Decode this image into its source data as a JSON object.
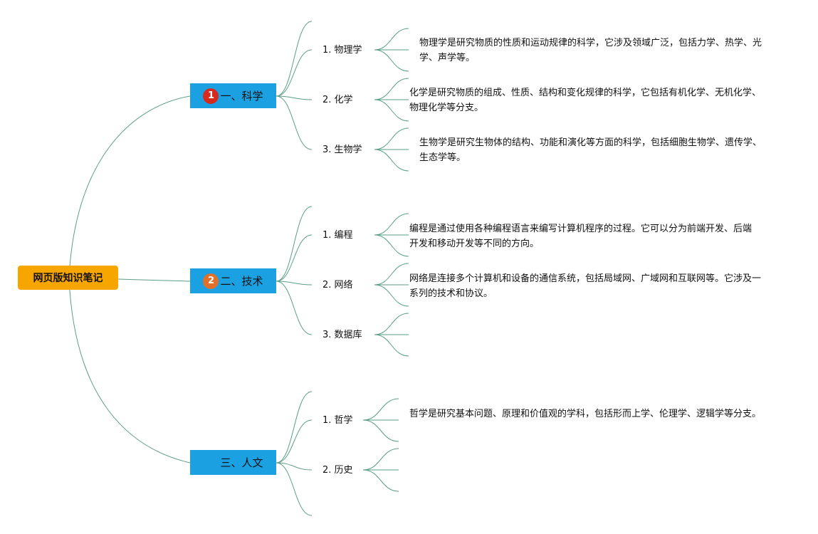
{
  "root": {
    "label": "网页版知识笔记"
  },
  "branches": [
    {
      "badge": "1",
      "label": "一、科学",
      "items": [
        {
          "label": "1. 物理学",
          "desc": "物理学是研究物质的性质和运动规律的科学，它涉及领域广泛，包括力学、热学、光学、声学等。"
        },
        {
          "label": "2. 化学",
          "desc": "化学是研究物质的组成、性质、结构和变化规律的科学，它包括有机化学、无机化学、物理化学等分支。"
        },
        {
          "label": "3. 生物学",
          "desc": "生物学是研究生物体的结构、功能和演化等方面的科学，包括细胞生物学、遗传学、生态学等。"
        }
      ]
    },
    {
      "badge": "2",
      "label": "二、技术",
      "items": [
        {
          "label": "1. 编程",
          "desc": "编程是通过使用各种编程语言来编写计算机程序的过程。它可以分为前端开发、后端开发和移动开发等不同的方向。"
        },
        {
          "label": "2. 网络",
          "desc": "网络是连接多个计算机和设备的通信系统，包括局域网、广域网和互联网等。它涉及一系列的技术和协议。"
        },
        {
          "label": "3. 数据库",
          "desc": ""
        }
      ]
    },
    {
      "badge": "",
      "label": "三、人文",
      "items": [
        {
          "label": "1. 哲学",
          "desc": "哲学是研究基本问题、原理和价值观的学科，包括形而上学、伦理学、逻辑学等分支。"
        },
        {
          "label": "2. 历史",
          "desc": ""
        }
      ]
    }
  ],
  "colors": {
    "root": "#f7a600",
    "branch": "#1ba1e2",
    "link": "#5a9e86",
    "badge_1": "#d62a1f",
    "badge_2": "#e0702a"
  }
}
